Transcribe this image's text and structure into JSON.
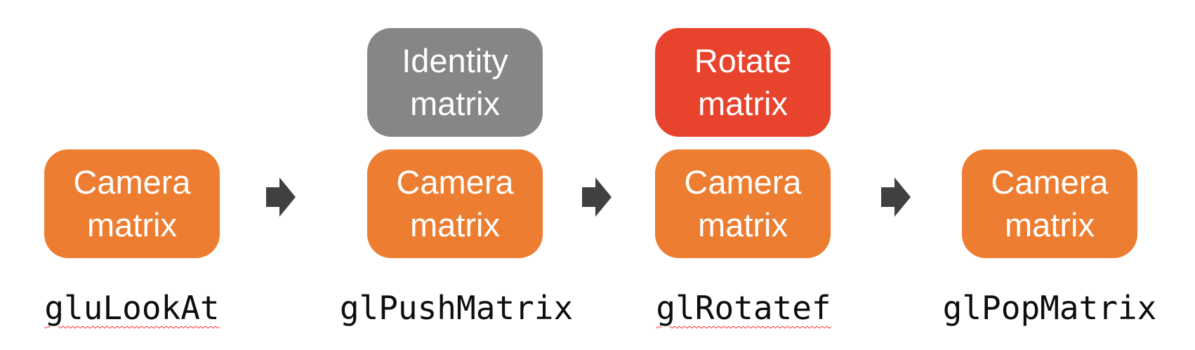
{
  "diagram": {
    "description_topic": "matrix-stack-pipeline",
    "colors": {
      "box_orange": "#ED7D31",
      "box_gray": "#868686",
      "box_red": "#E8432C",
      "box_text": "#FFFFFF",
      "arrow": "#404040",
      "label_text": "#0D0D0D",
      "spell_underline": "#FF2A2A",
      "background": "#FFFFFF"
    },
    "columns": [
      {
        "boxes": [
          {
            "text": "Camera\nmatrix",
            "color": "#ED7D31"
          }
        ],
        "label": {
          "text": "gluLookAt",
          "spell_underline": true
        }
      },
      {
        "boxes": [
          {
            "text": "Identity\nmatrix",
            "color": "#868686"
          },
          {
            "text": "Camera\nmatrix",
            "color": "#ED7D31"
          }
        ],
        "label": {
          "text": "glPushMatrix",
          "spell_underline": false
        }
      },
      {
        "boxes": [
          {
            "text": "Rotate\nmatrix",
            "color": "#E8432C"
          },
          {
            "text": "Camera\nmatrix",
            "color": "#ED7D31"
          }
        ],
        "label": {
          "text": "glRotatef",
          "spell_underline": true
        }
      },
      {
        "boxes": [
          {
            "text": "Camera\nmatrix",
            "color": "#ED7D31"
          }
        ],
        "label": {
          "text": "glPopMatrix",
          "spell_underline": false
        }
      }
    ],
    "arrows": [
      {
        "icon": "right-block-arrow"
      },
      {
        "icon": "right-block-arrow"
      },
      {
        "icon": "right-block-arrow"
      }
    ]
  }
}
